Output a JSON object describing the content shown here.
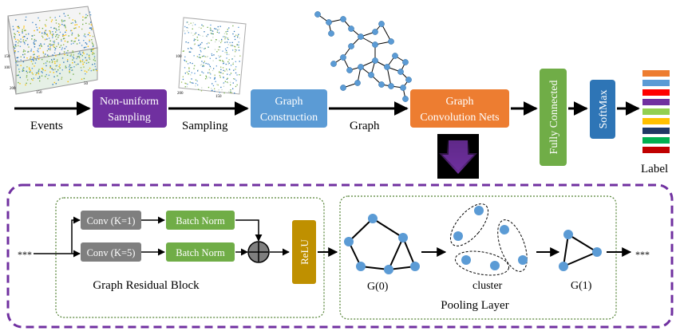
{
  "pipeline": {
    "events_label": "Events",
    "sampling_block": [
      "Non-uniform",
      "Sampling"
    ],
    "sampling_label": "Sampling",
    "graph_construction_block": [
      "Graph",
      "Construction"
    ],
    "graph_label": "Graph",
    "gcn_block": [
      "Graph",
      "Convolution Nets"
    ],
    "fully_connected_block": "Fully Connected",
    "softmax_block": "SoftMax",
    "label_text": "Label"
  },
  "residual": {
    "conv1": "Conv (K=1)",
    "conv5": "Conv (K=5)",
    "bn1": "Batch Norm",
    "bn2": "Batch Norm",
    "relu": "ReLU",
    "title": "Graph Residual Block",
    "ellipsis_left": "***"
  },
  "pooling": {
    "g0": "G(0)",
    "cluster": "cluster",
    "g1": "G(1)",
    "title": "Pooling Layer",
    "ellipsis_right": "***"
  },
  "colors": {
    "purple": "#7030A0",
    "blue": "#5B9BD5",
    "orange": "#ED7D31",
    "green": "#70AD47",
    "darkblue": "#2E75B6",
    "gray": "#7F7F7F",
    "gold": "#BF9000",
    "node": "#5B9BD5"
  },
  "label_bar_colors": [
    "#ED7D31",
    "#5B9BD5",
    "#FF0000",
    "#7030A0",
    "#92D050",
    "#FFC000",
    "#1F3864",
    "#00B050",
    "#C00000"
  ]
}
